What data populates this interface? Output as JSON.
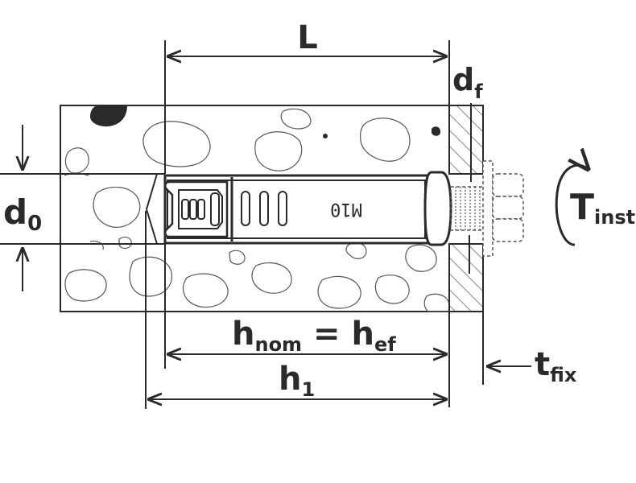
{
  "labels": {
    "L": "L",
    "d_f": {
      "main": "d",
      "sub": "f"
    },
    "d_0": {
      "main": "d",
      "sub": "0"
    },
    "T_inst": {
      "main": "T",
      "sub": "inst"
    },
    "h_nom_h_ef": {
      "main1": "h",
      "sub1": "nom",
      "eq": " = ",
      "main2": "h",
      "sub2": "ef"
    },
    "h_1": {
      "main": "h",
      "sub": "1"
    },
    "t_fix": {
      "main": "t",
      "sub": "fix"
    }
  },
  "anchor_marking": "M10",
  "colors": {
    "line": "#2a2a2a",
    "fill": "#ffffff",
    "hatch": "#555555",
    "stone": "#555555"
  }
}
